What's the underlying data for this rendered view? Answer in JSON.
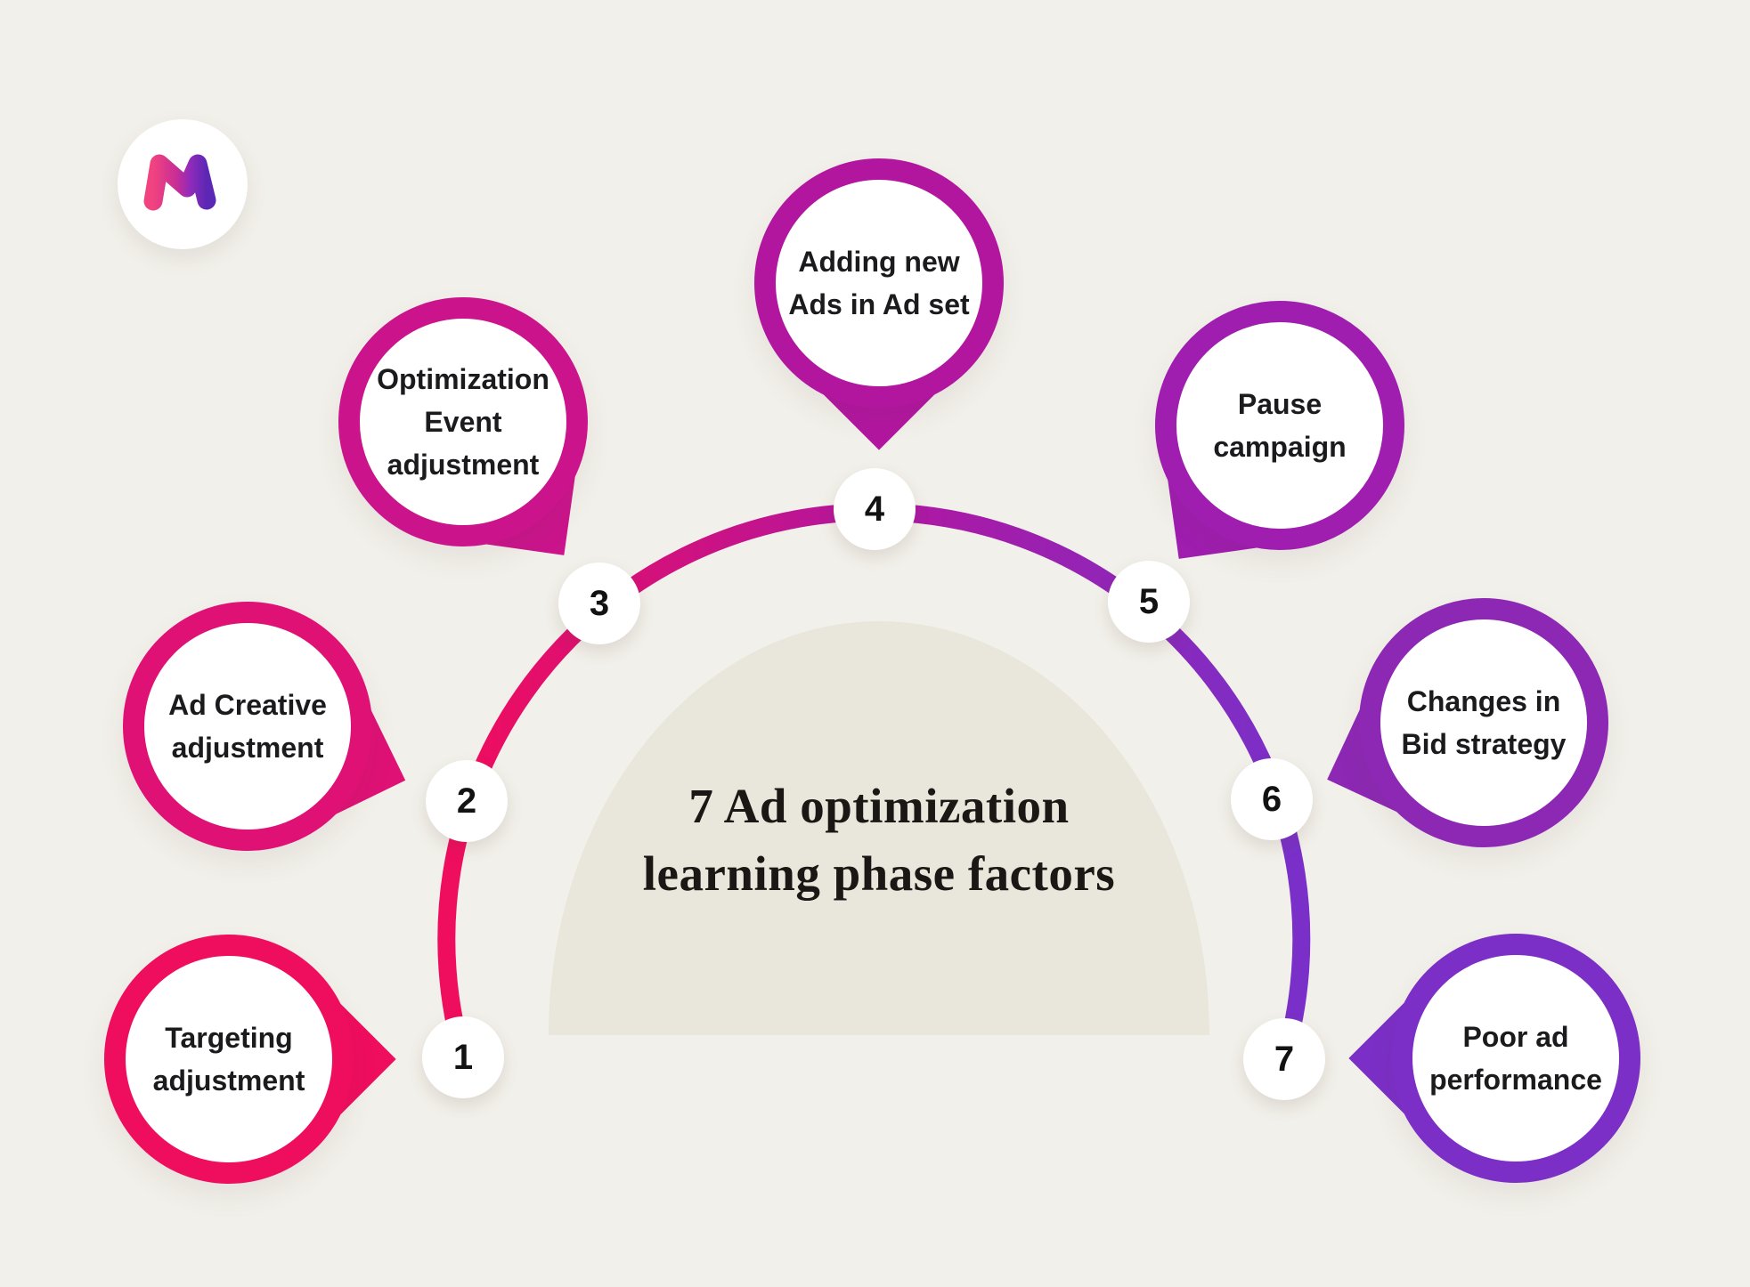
{
  "page": {
    "background_color": "#F2F0EA",
    "dome_color": "#E9E6DB"
  },
  "logo": {
    "icon": "metricool-m-icon",
    "circle_color": "#FFFFFF",
    "gradient": [
      "#F1437F",
      "#C62D96",
      "#8F2ABB",
      "#5C27B4"
    ]
  },
  "title": {
    "line1": "7 Ad optimization",
    "line2": "learning phase factors"
  },
  "arc": {
    "gradient": [
      "#EF0D5E",
      "#B2169F",
      "#7A30C8"
    ],
    "stroke_width": 20
  },
  "factors": [
    {
      "number": "1",
      "label": "Targeting adjustment",
      "lines": [
        "Targeting",
        "adjustment"
      ],
      "color": "#EF0D5E"
    },
    {
      "number": "2",
      "label": "Ad Creative adjustment",
      "lines": [
        "Ad Creative",
        "adjustment"
      ],
      "color": "#DF1175"
    },
    {
      "number": "3",
      "label": "Optimization Event adjustment",
      "lines": [
        "Optimization",
        "Event",
        "adjustment"
      ],
      "color": "#CB148B"
    },
    {
      "number": "4",
      "label": "Adding new Ads in Ad set",
      "lines": [
        "Adding new",
        "Ads in Ad set"
      ],
      "color": "#B2169F"
    },
    {
      "number": "5",
      "label": "Pause campaign",
      "lines": [
        "Pause",
        "campaign"
      ],
      "color": "#9F1DAF"
    },
    {
      "number": "6",
      "label": "Changes in Bid strategy",
      "lines": [
        "Changes in",
        "Bid strategy"
      ],
      "color": "#8D28B4"
    },
    {
      "number": "7",
      "label": "Poor ad performance",
      "lines": [
        "Poor ad",
        "performance"
      ],
      "color": "#7B2FC6"
    }
  ]
}
